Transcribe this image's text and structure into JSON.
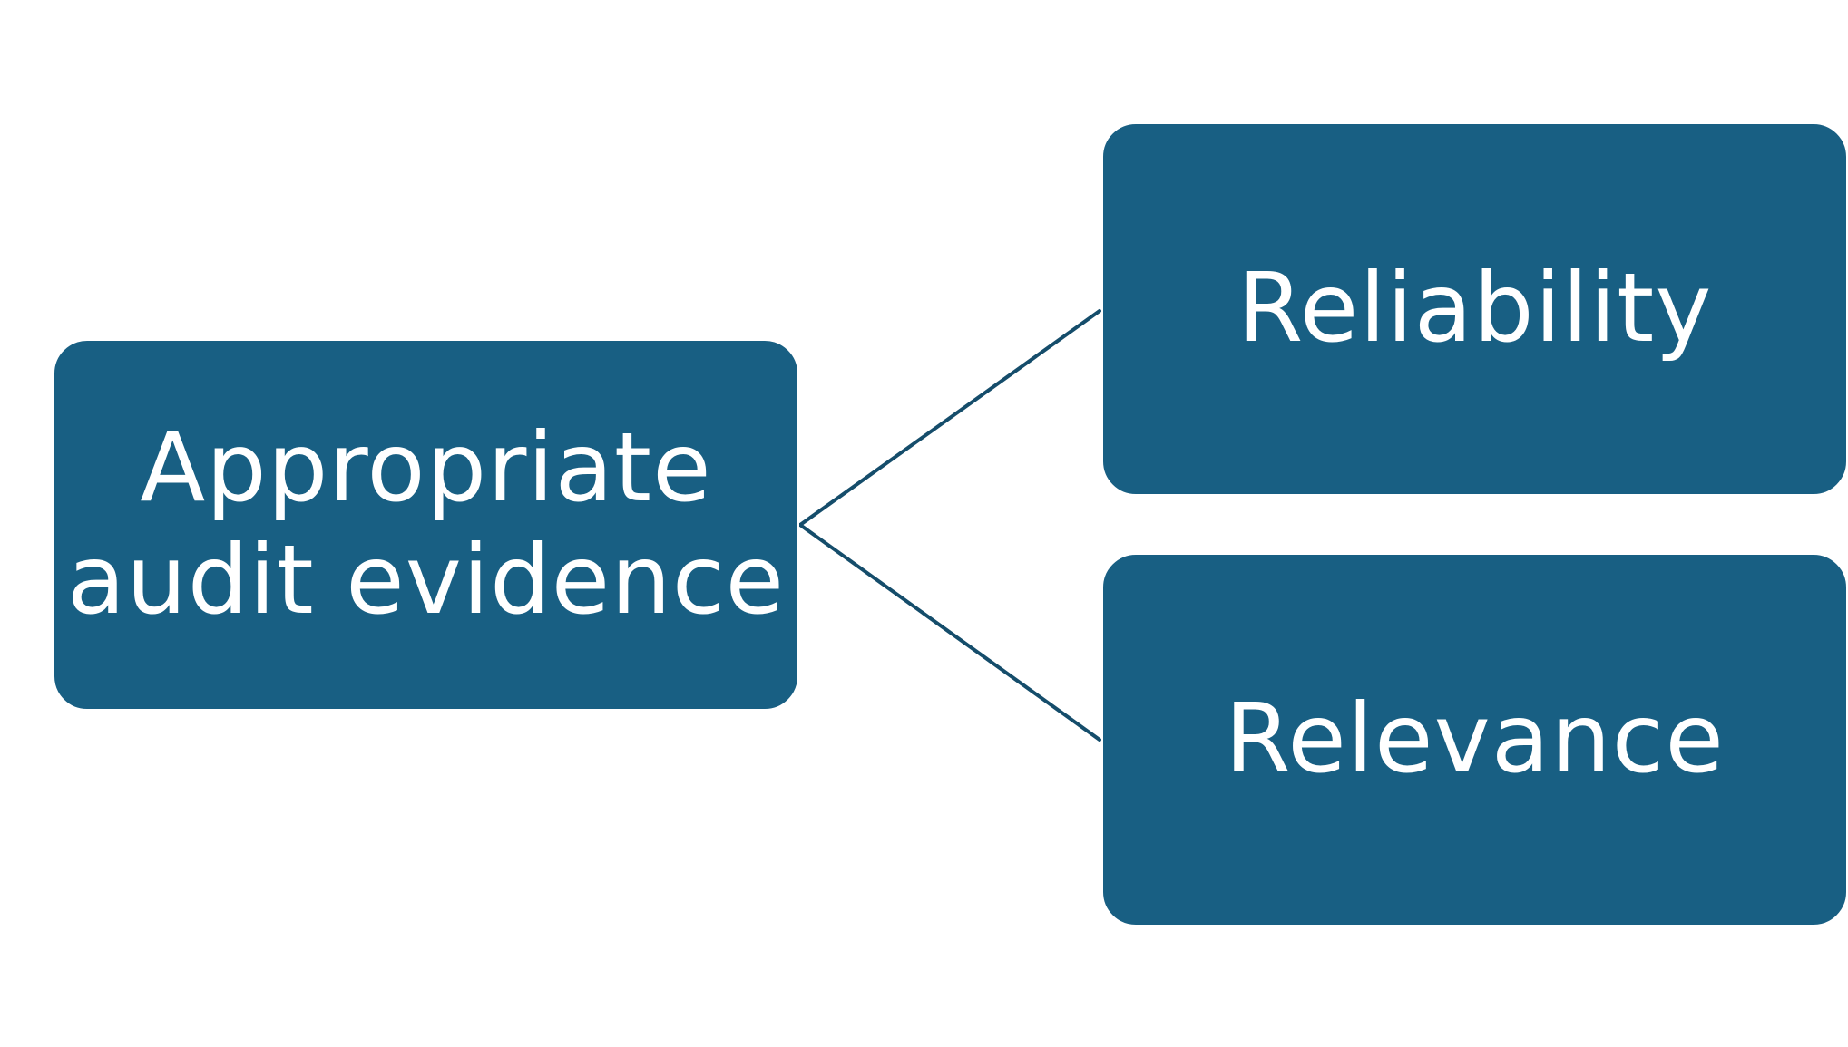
{
  "diagram": {
    "root": {
      "line1": "Appropriate",
      "line2": "audit evidence"
    },
    "children": [
      {
        "label": "Reliability"
      },
      {
        "label": "Relevance"
      }
    ]
  },
  "colors": {
    "node_fill": "#185f83",
    "node_text": "#ffffff",
    "connector": "#154d6b",
    "background": "#ffffff"
  }
}
